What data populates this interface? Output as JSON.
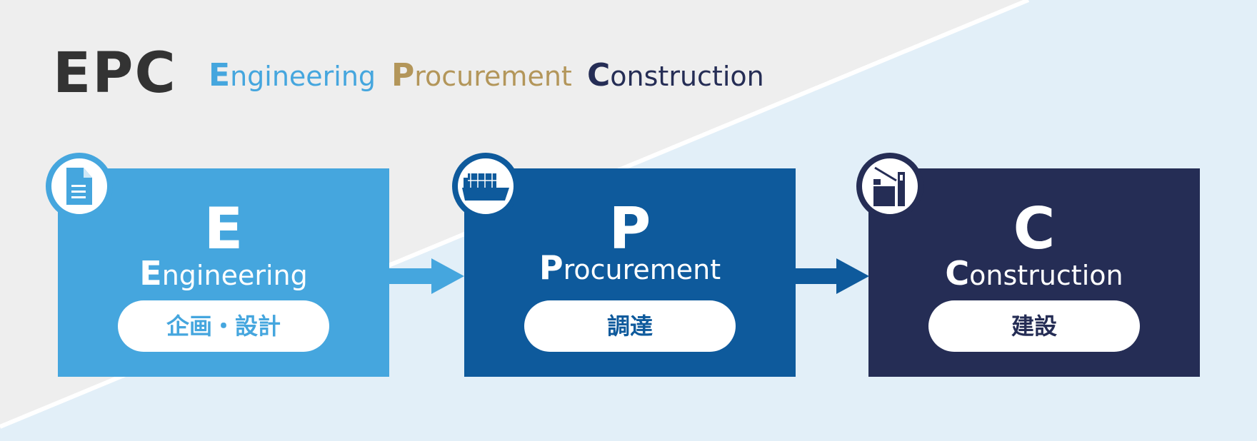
{
  "title": "EPC",
  "legend": [
    {
      "initial": "E",
      "rest": "ngineering",
      "color": "#45a6de"
    },
    {
      "initial": "P",
      "rest": "rocurement",
      "color": "#b3965a"
    },
    {
      "initial": "C",
      "rest": "onstruction",
      "color": "#252d55"
    }
  ],
  "stages": [
    {
      "letter": "E",
      "initial": "E",
      "rest": "ngineering",
      "jp": "企画・設計",
      "color": "#45a6de",
      "icon": "document-icon"
    },
    {
      "letter": "P",
      "initial": "P",
      "rest": "rocurement",
      "jp": "調達",
      "color": "#0e5a9c",
      "icon": "cargo-ship-icon"
    },
    {
      "letter": "C",
      "initial": "C",
      "rest": "onstruction",
      "jp": "建設",
      "color": "#252d55",
      "icon": "crane-icon"
    }
  ]
}
